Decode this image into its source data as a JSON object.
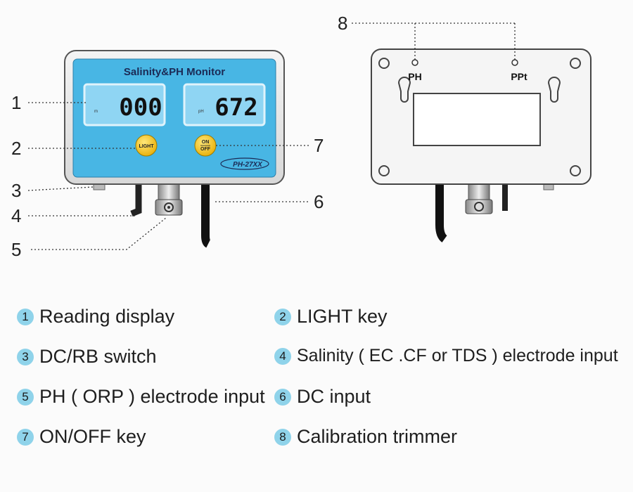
{
  "device_front": {
    "title": "Salinity&PH Monitor",
    "display_left": "000",
    "display_right": "672",
    "light_label": "LIGHT",
    "onoff_top": "ON",
    "onoff_bottom": "OFF",
    "model": "PH-27XX"
  },
  "device_back": {
    "label_ph": "PH",
    "label_ppt": "PPt"
  },
  "callouts": [
    "1",
    "2",
    "3",
    "4",
    "5",
    "6",
    "7",
    "8"
  ],
  "legend": [
    {
      "num": "1",
      "text": "Reading display"
    },
    {
      "num": "2",
      "text": "LIGHT key"
    },
    {
      "num": "3",
      "text": "DC/RB switch"
    },
    {
      "num": "4",
      "text": "Salinity ( EC .CF or TDS ) electrode input"
    },
    {
      "num": "5",
      "text": "PH ( ORP ) electrode input"
    },
    {
      "num": "6",
      "text": "DC input"
    },
    {
      "num": "7",
      "text": "ON/OFF key"
    },
    {
      "num": "8",
      "text": "Calibration trimmer"
    }
  ],
  "colors": {
    "panel_blue": "#48b6e4",
    "lcd_blue": "#8fd5f3",
    "button_yellow": "#f5c51c",
    "legend_badge": "#8fd3ea"
  }
}
